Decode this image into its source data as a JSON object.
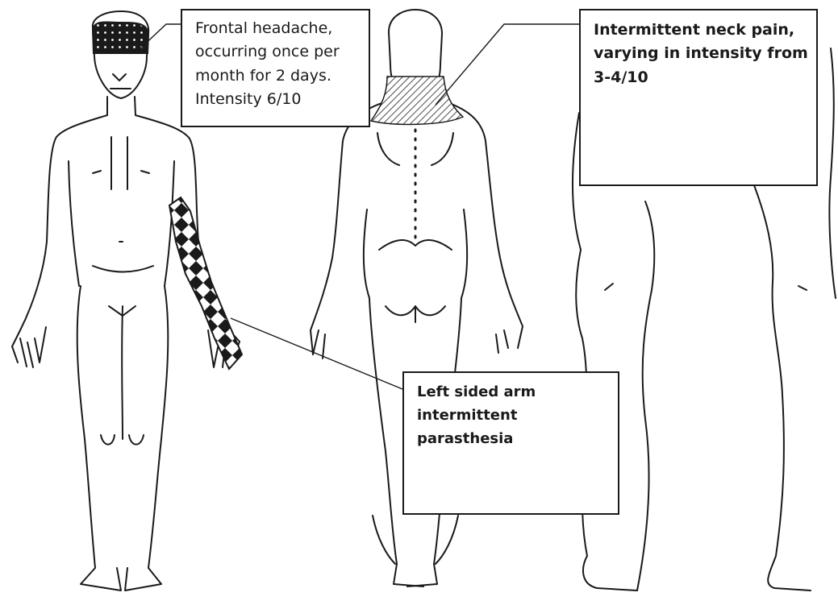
{
  "annotations": {
    "headache": "Frontal headache, occurring once per month for 2 days. Intensity 6/10",
    "neck": "Intermittent neck pain, varying in intensity from 3-4/10",
    "arm": "Left sided arm intermittent parasthesia"
  },
  "views": [
    "front",
    "back",
    "side-left",
    "side-right"
  ],
  "colors": {
    "outline": "#1a1a1a",
    "background": "#ffffff"
  }
}
